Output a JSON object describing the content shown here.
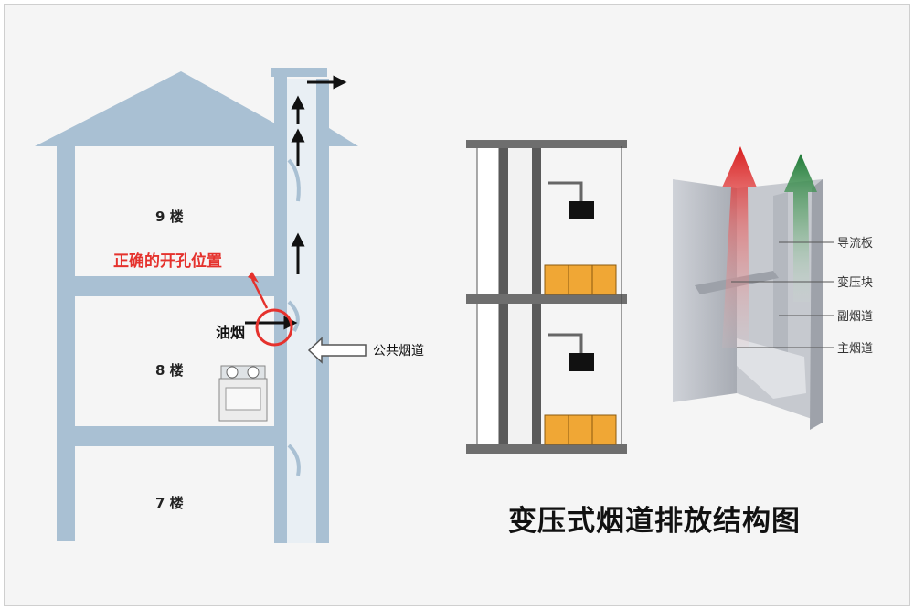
{
  "left_diagram": {
    "floors": [
      "9 楼",
      "8 楼",
      "7 楼"
    ],
    "correct_hole_label": "正确的开孔位置",
    "fume_label": "油烟",
    "public_flue_label": "公共烟道"
  },
  "right_diagram": {
    "parts": [
      "导流板",
      "变压块",
      "副烟道",
      "主烟道"
    ]
  },
  "title": "变压式烟道排放结构图",
  "colors": {
    "wall": "#a9c0d3",
    "accent_red": "#e5322d",
    "cabinet": "#f0a735"
  }
}
